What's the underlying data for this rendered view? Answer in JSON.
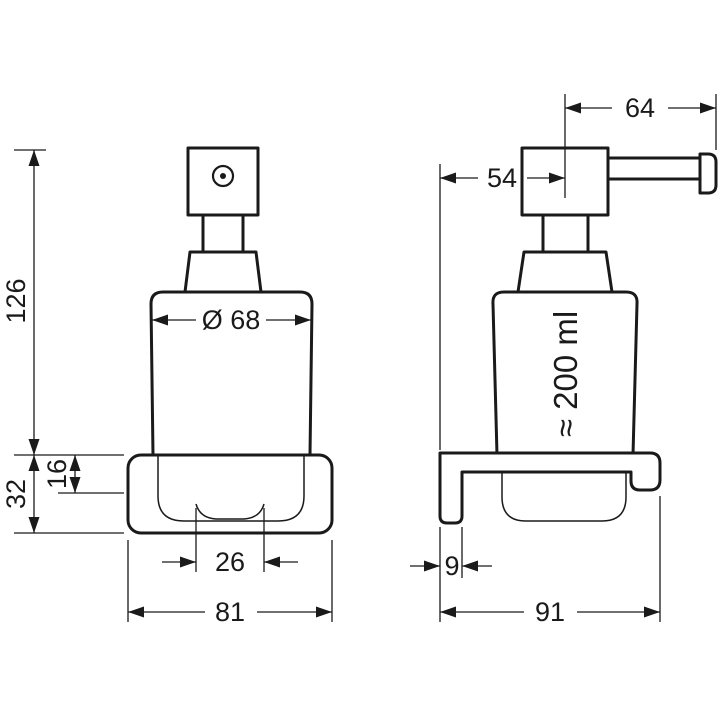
{
  "drawing": {
    "colors": {
      "line": "#1a1a1a",
      "background": "#ffffff"
    },
    "front_view": {
      "height": "126",
      "holder_height": "32",
      "holder_inner": "16",
      "diameter": "Ø 68",
      "base_width": "26",
      "width": "81"
    },
    "side_view": {
      "spout": "64",
      "wall_to_pump": "54",
      "capacity": "≈ 200 ml",
      "plate": "9",
      "depth": "91"
    }
  }
}
